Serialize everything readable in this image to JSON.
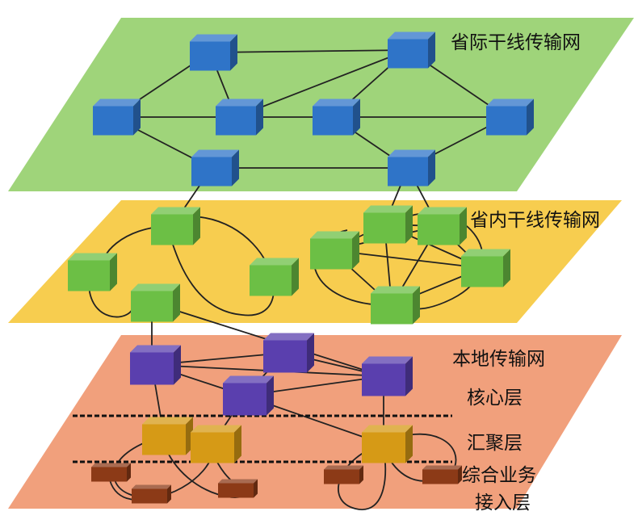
{
  "layers": {
    "inter_provincial": {
      "label": "省际干线传输网",
      "color": "#9fd47a",
      "node_color": "#2f74c8"
    },
    "intra_provincial": {
      "label": "省内干线传输网",
      "color": "#f7cd4f",
      "node_color": "#6cbf45"
    },
    "local": {
      "label": "本地传输网",
      "color": "#f1a07c",
      "sublayers": {
        "core": {
          "label": "核心层",
          "node_color": "#5a3fae"
        },
        "aggregation": {
          "label": "汇聚层",
          "node_color": "#d69a16"
        },
        "access_line1": "综合业务",
        "access_line2": "接入层",
        "access_node_color": "#8c3a17"
      }
    }
  }
}
